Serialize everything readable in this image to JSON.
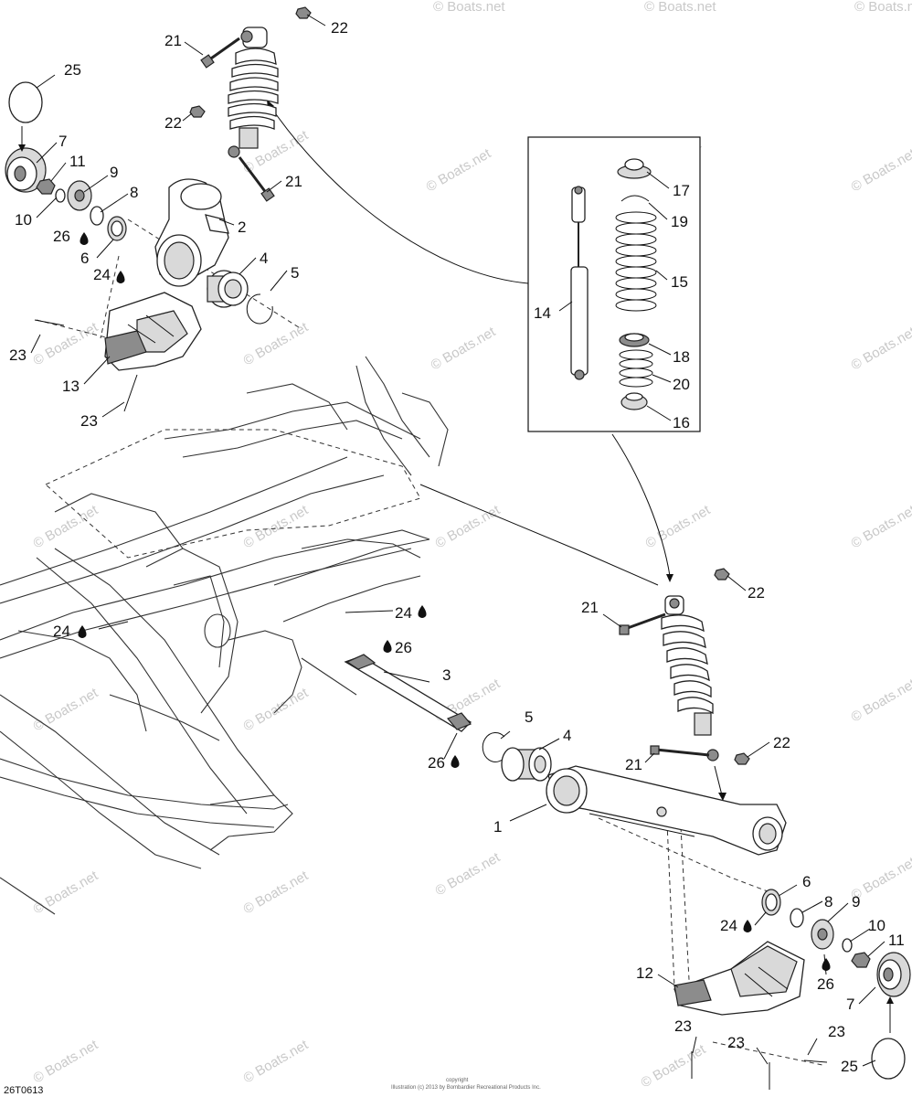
{
  "diagram_code": "26T0613",
  "copyright_line1": "copyright",
  "copyright_line2": "Illustration (c) 2013 by Bombardier Recreational Products Inc.",
  "watermark": "© Boats.net",
  "callouts": {
    "c1": "1",
    "c2": "2",
    "c3": "3",
    "c4a": "4",
    "c4b": "4",
    "c5a": "5",
    "c5b": "5",
    "c6a": "6",
    "c6b": "6",
    "c7a": "7",
    "c7b": "7",
    "c8a": "8",
    "c8b": "8",
    "c9a": "9",
    "c9b": "9",
    "c10a": "10",
    "c10b": "10",
    "c11a": "11",
    "c11b": "11",
    "c12": "12",
    "c13": "13",
    "c14": "14",
    "c15": "15",
    "c16": "16",
    "c17": "17",
    "c18": "18",
    "c19": "19",
    "c20": "20",
    "c21a": "21",
    "c21b": "21",
    "c21c": "21",
    "c21d": "21",
    "c22a": "22",
    "c22b": "22",
    "c22c": "22",
    "c22d": "22",
    "c23a": "23",
    "c23b": "23",
    "c23c": "23",
    "c23d": "23",
    "c23e": "23",
    "c24a": "24",
    "c24b": "24",
    "c24c": "24",
    "c24d": "24",
    "c25a": "25",
    "c25b": "25",
    "c26a": "26",
    "c26b": "26",
    "c26c": "26",
    "c26d": "26"
  }
}
